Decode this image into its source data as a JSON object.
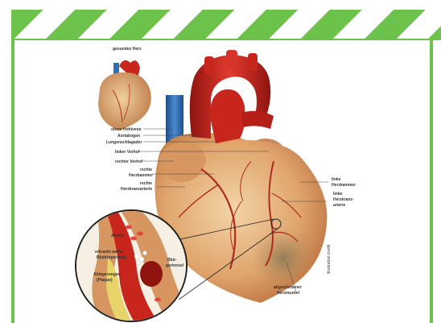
{
  "colors": {
    "stripe_green": "#6cc24a",
    "vein_blue": "#2f6fb5",
    "artery_red": "#c8251d",
    "heart_tan": "#e3b07a",
    "plaque_yellow": "#e8d36a"
  },
  "labels": {
    "healthy_heart": "gesundes Herz",
    "superior_vena_cava": "obere Hohlvene",
    "aortic_arch": "Aortabogen",
    "pulmonary_artery": "Lungenschlagader",
    "left_atrium": "linker Vorhof",
    "right_atrium": "rechter Vorhof",
    "right_ventricle_1": "rechte",
    "right_ventricle_2": "Herzkammer",
    "right_coronary_1": "rechte",
    "right_coronary_2": "Herzkranzarterie",
    "left_ventricle_1": "linke",
    "left_ventricle_2": "Herzkammer",
    "left_coronary_1": "linke",
    "left_coronary_2": "Herzkranz-",
    "left_coronary_3": "arterie",
    "dead_muscle_1": "abgestorbener",
    "dead_muscle_2": "Herzmuskel",
    "artery": "Arterie",
    "wbc_1": "erkrankt weiße",
    "wbc_2": "Blutkörperchen",
    "plaque_1": "Ablagerungen",
    "plaque_2": "(Plaque)",
    "clot_1": "Blut-",
    "clot_2": "gerinnsel",
    "credit": "illustration credit"
  }
}
